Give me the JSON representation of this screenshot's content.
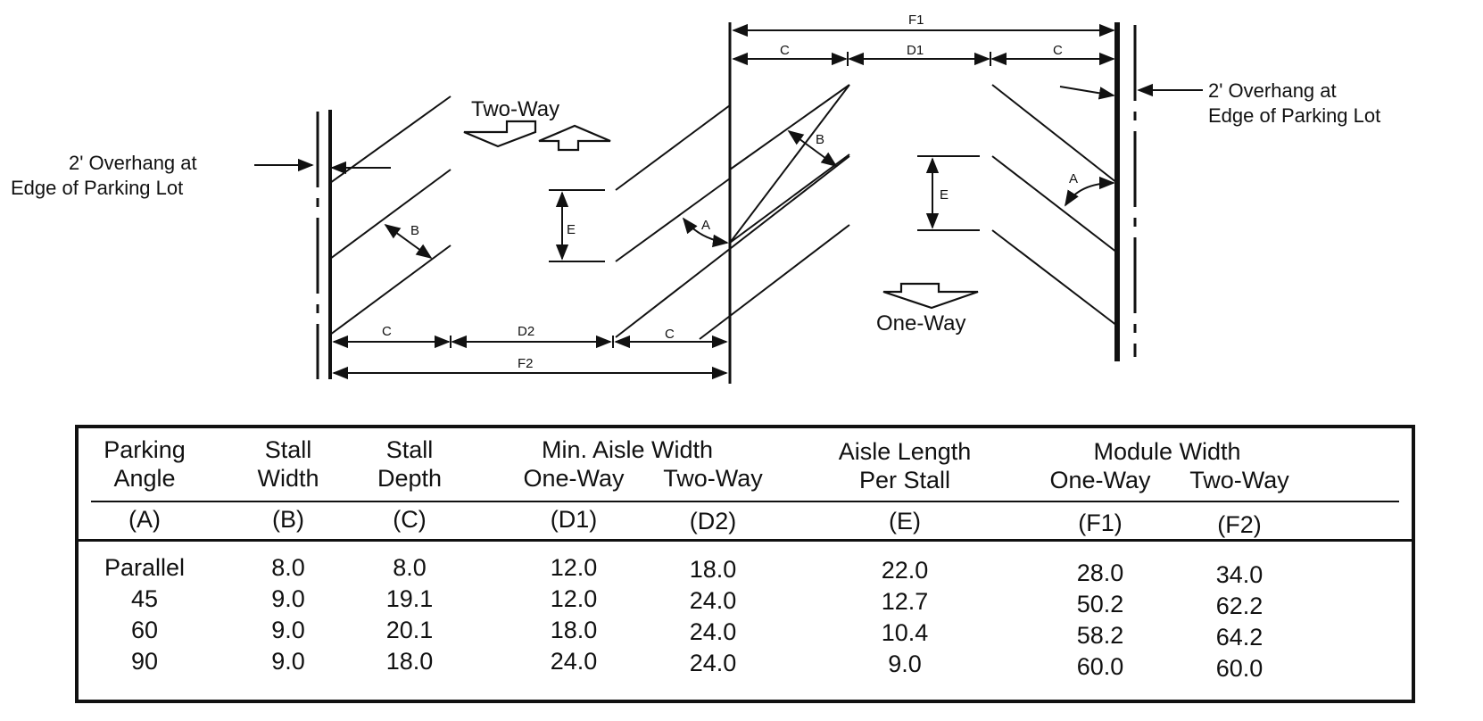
{
  "diagram": {
    "two_way_label": "Two-Way",
    "one_way_label": "One-Way",
    "overhang_left": [
      "2' Overhang at",
      "Edge of Parking Lot"
    ],
    "overhang_right": [
      "2' Overhang at",
      "Edge of Parking Lot"
    ],
    "dim_labels": {
      "F1": "F1",
      "F2": "F2",
      "C": "C",
      "D1": "D1",
      "D2": "D2",
      "B": "B",
      "E": "E",
      "A": "A"
    }
  },
  "table": {
    "headers": {
      "angle": [
        "Parking",
        "Angle"
      ],
      "stall_width": [
        "Stall",
        "Width"
      ],
      "stall_depth": [
        "Stall",
        "Depth"
      ],
      "min_aisle": "Min. Aisle Width",
      "aisle_one_way": "One-Way",
      "aisle_two_way": "Two-Way",
      "aisle_length": [
        "Aisle Length",
        "Per Stall"
      ],
      "module": "Module Width",
      "module_one_way": "One-Way",
      "module_two_way": "Two-Way"
    },
    "codes": [
      "(A)",
      "(B)",
      "(C)",
      "(D1)",
      "(D2)",
      "(E)",
      "(F1)",
      "(F2)"
    ],
    "rows": [
      [
        "Parallel",
        "8.0",
        "8.0",
        "12.0",
        "18.0",
        "22.0",
        "28.0",
        "34.0"
      ],
      [
        "45",
        "9.0",
        "19.1",
        "12.0",
        "24.0",
        "12.7",
        "50.2",
        "62.2"
      ],
      [
        "60",
        "9.0",
        "20.1",
        "18.0",
        "24.0",
        "10.4",
        "58.2",
        "64.2"
      ],
      [
        "90",
        "9.0",
        "18.0",
        "24.0",
        "24.0",
        "9.0",
        "60.0",
        "60.0"
      ]
    ]
  }
}
